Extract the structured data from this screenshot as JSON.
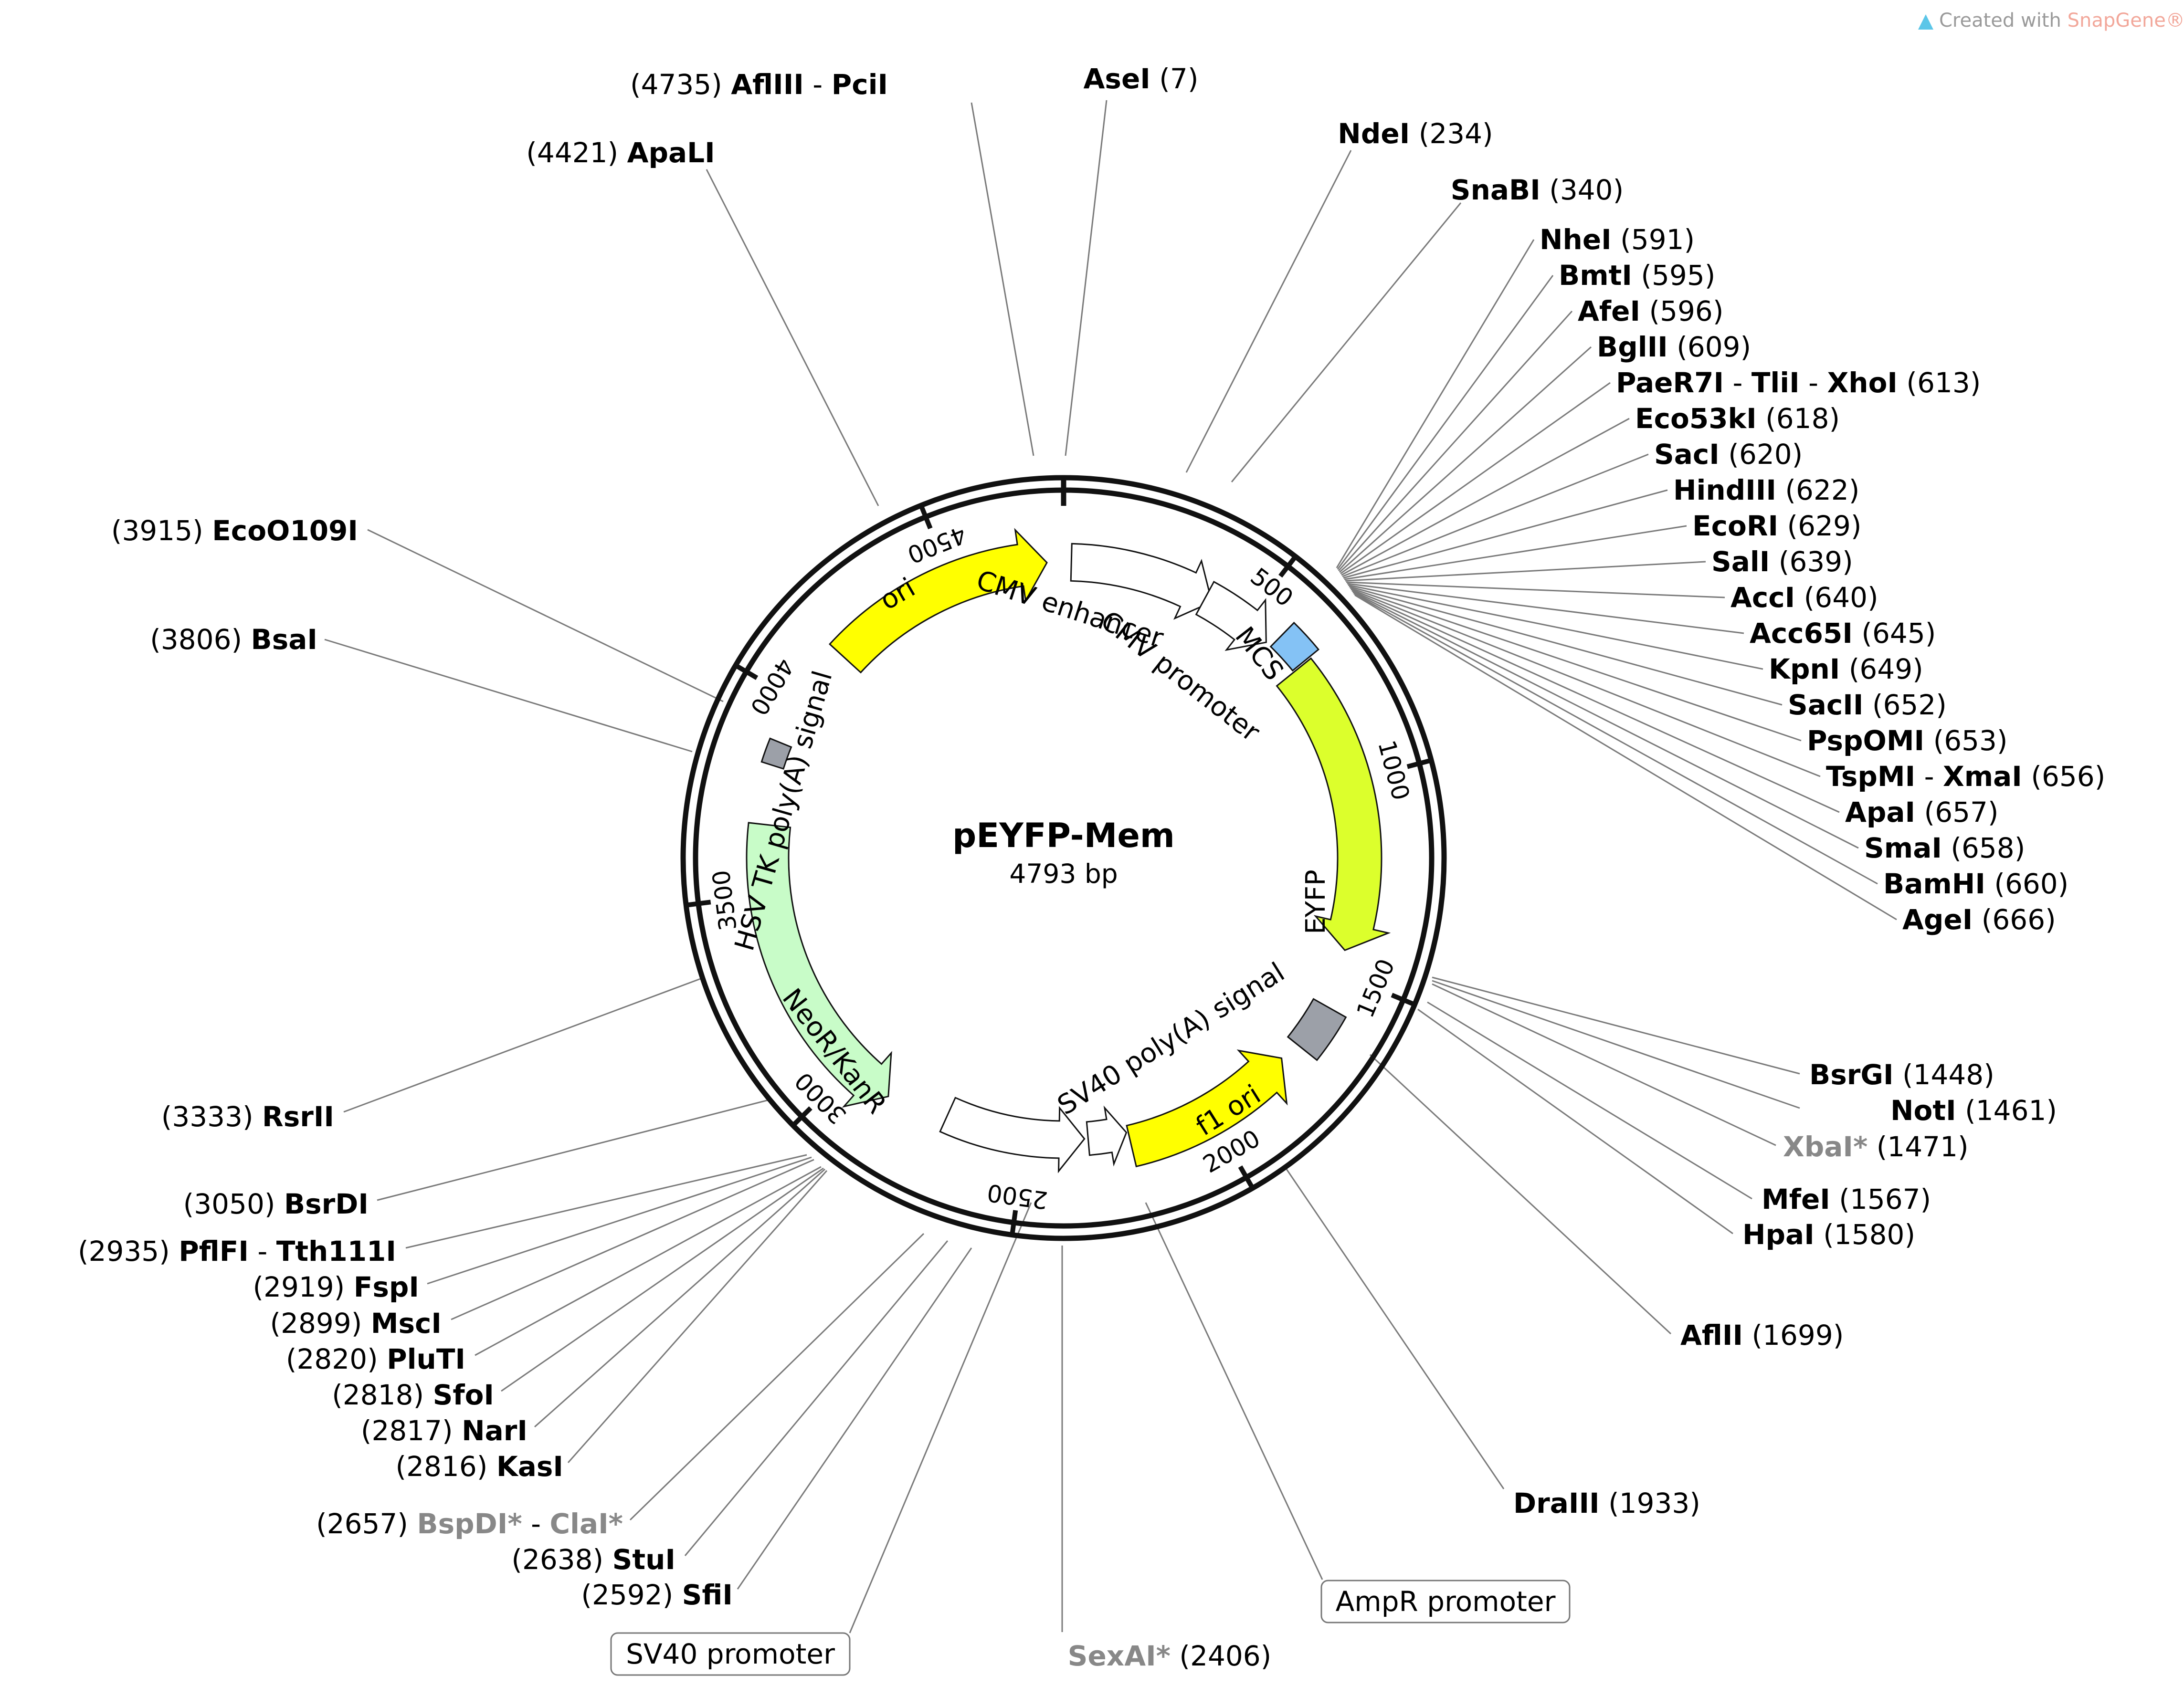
{
  "watermark": {
    "text": "Created with ",
    "brand": "SnapGene®"
  },
  "plasmid": {
    "name": "pEYFP-Mem",
    "size_label": "4793 bp",
    "length": 4793
  },
  "tick_labels": [
    "500",
    "1000",
    "1500",
    "2000",
    "2500",
    "3000",
    "3500",
    "4000",
    "4500"
  ],
  "features": [
    {
      "id": "ori",
      "label": "ori",
      "color": "#ffff00",
      "start": 4160,
      "end": 4750,
      "direction": "forward"
    },
    {
      "id": "cmv-enhancer",
      "label": "CMV enhancer",
      "color": "#ffffff",
      "start": 20,
      "end": 400,
      "direction": "forward"
    },
    {
      "id": "cmv-promoter",
      "label": "CMV promoter",
      "color": "#ffffff",
      "start": 380,
      "end": 575,
      "direction": "forward"
    },
    {
      "id": "mcs",
      "label": "MCS",
      "color": "#84c2f5",
      "start": 591,
      "end": 675,
      "direction": "none"
    },
    {
      "id": "eyfp",
      "label": "EYFP",
      "color": "#dcff2c",
      "start": 680,
      "end": 1440,
      "direction": "forward"
    },
    {
      "id": "sv40-polya",
      "label": "SV40 poly(A) signal",
      "color": "#9ca0a8",
      "start": 1590,
      "end": 1712,
      "direction": "none"
    },
    {
      "id": "f1-ori",
      "label": "f1 ori",
      "color": "#ffff00",
      "start": 1765,
      "end": 2220,
      "direction": "reverse"
    },
    {
      "id": "sv40-promoter-arrow",
      "label": "",
      "color": "#ffffff",
      "start": 2225,
      "end": 2330,
      "direction": "reverse"
    },
    {
      "id": "ampr-promoter-arrow",
      "label": "",
      "color": "#ffffff",
      "start": 2340,
      "end": 2720,
      "direction": "reverse"
    },
    {
      "id": "neor-kanr",
      "label": "NeoR/KanR",
      "color": "#c8fcc8",
      "start": 2880,
      "end": 3680,
      "direction": "reverse"
    },
    {
      "id": "hsv-tk-polya",
      "label": "HSV TK poly(A) signal",
      "color": "#9ca0a8",
      "start": 3830,
      "end": 3890,
      "direction": "none"
    }
  ],
  "sites_top": [
    {
      "enzyme": "AflIII",
      "enzyme2": "PciI",
      "position": "(4735)"
    },
    {
      "enzyme": "AseI",
      "position": "(7)"
    },
    {
      "enzyme": "ApaLI",
      "position": "(4421)"
    },
    {
      "enzyme": "NdeI",
      "position": "(234)"
    },
    {
      "enzyme": "SnaBI",
      "position": "(340)"
    }
  ],
  "sites_right": [
    {
      "enzyme": "NheI",
      "position": "(591)"
    },
    {
      "enzyme": "BmtI",
      "position": "(595)"
    },
    {
      "enzyme": "AfeI",
      "position": "(596)"
    },
    {
      "enzyme": "BglII",
      "position": "(609)"
    },
    {
      "enzyme": "PaeR7I",
      "enzyme2": "TliI",
      "enzyme3": "XhoI",
      "position": "(613)"
    },
    {
      "enzyme": "Eco53kI",
      "position": "(618)"
    },
    {
      "enzyme": "SacI",
      "position": "(620)"
    },
    {
      "enzyme": "HindIII",
      "position": "(622)"
    },
    {
      "enzyme": "EcoRI",
      "position": "(629)"
    },
    {
      "enzyme": "SalI",
      "position": "(639)"
    },
    {
      "enzyme": "AccI",
      "position": "(640)"
    },
    {
      "enzyme": "Acc65I",
      "position": "(645)"
    },
    {
      "enzyme": "KpnI",
      "position": "(649)"
    },
    {
      "enzyme": "SacII",
      "position": "(652)"
    },
    {
      "enzyme": "PspOMI",
      "position": "(653)"
    },
    {
      "enzyme": "TspMI",
      "enzyme2": "XmaI",
      "position": "(656)"
    },
    {
      "enzyme": "ApaI",
      "position": "(657)"
    },
    {
      "enzyme": "SmaI",
      "position": "(658)"
    },
    {
      "enzyme": "BamHI",
      "position": "(660)"
    },
    {
      "enzyme": "AgeI",
      "position": "(666)"
    }
  ],
  "sites_lower_right": [
    {
      "enzyme": "BsrGI",
      "position": "(1448)"
    },
    {
      "enzyme": "NotI",
      "position": "(1461)"
    },
    {
      "enzyme": "XbaI*",
      "position": "(1471)",
      "muted": true
    },
    {
      "enzyme": "MfeI",
      "position": "(1567)"
    },
    {
      "enzyme": "HpaI",
      "position": "(1580)"
    },
    {
      "enzyme": "AflII",
      "position": "(1699)"
    },
    {
      "enzyme": "DraIII",
      "position": "(1933)"
    }
  ],
  "sites_left": [
    {
      "enzyme": "EcoO109I",
      "position": "(3915)"
    },
    {
      "enzyme": "BsaI",
      "position": "(3806)"
    },
    {
      "enzyme": "RsrII",
      "position": "(3333)"
    },
    {
      "enzyme": "BsrDI",
      "position": "(3050)"
    },
    {
      "enzyme": "PflFI",
      "enzyme2": "Tth111I",
      "position": "(2935)"
    },
    {
      "enzyme": "FspI",
      "position": "(2919)"
    },
    {
      "enzyme": "MscI",
      "position": "(2899)"
    },
    {
      "enzyme": "PluTI",
      "position": "(2820)"
    },
    {
      "enzyme": "SfoI",
      "position": "(2818)"
    },
    {
      "enzyme": "NarI",
      "position": "(2817)"
    },
    {
      "enzyme": "KasI",
      "position": "(2816)"
    },
    {
      "enzyme": "BspDI*",
      "enzyme2": "ClaI*",
      "position": "(2657)",
      "muted": true
    },
    {
      "enzyme": "StuI",
      "position": "(2638)"
    },
    {
      "enzyme": "SfiI",
      "position": "(2592)"
    }
  ],
  "sites_bottom": [
    {
      "enzyme": "SexAI*",
      "position": "(2406)",
      "muted": true
    }
  ],
  "boxed_features": [
    {
      "label": "SV40 promoter"
    },
    {
      "label": "AmpR promoter"
    }
  ]
}
